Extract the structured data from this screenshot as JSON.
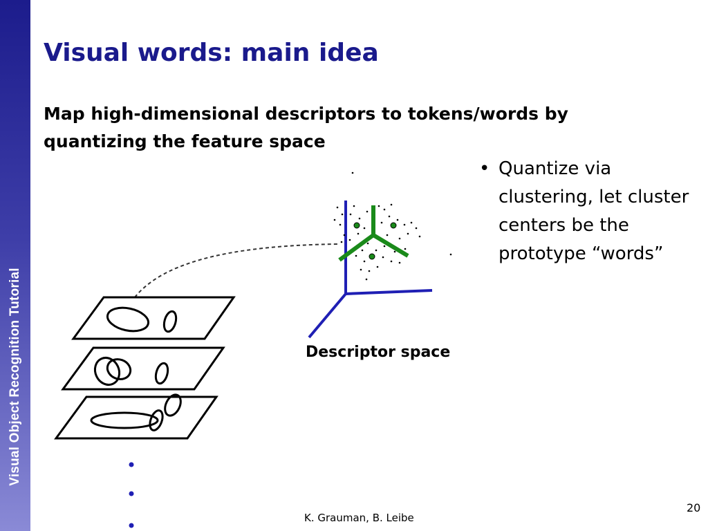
{
  "slide": {
    "sidebar_label": "Visual Object Recognition Tutorial",
    "title": "Visual words: main idea",
    "subtitle": "Map high-dimensional descriptors to tokens/words by quantizing the feature space",
    "bullets": [
      {
        "marker": "•",
        "text": "Quantize via clustering, let cluster centers be the prototype “words”"
      }
    ],
    "diagram_label": "Descriptor space",
    "footer": "K. Grauman, B. Leibe",
    "page_number": "20"
  },
  "colors": {
    "sidebar_top": "#1c1c8c",
    "sidebar_bottom": "#8a8ad6",
    "title": "#1a1a8c",
    "axes": "#1f1fb4",
    "cluster_lines": "#1a8a1a"
  }
}
